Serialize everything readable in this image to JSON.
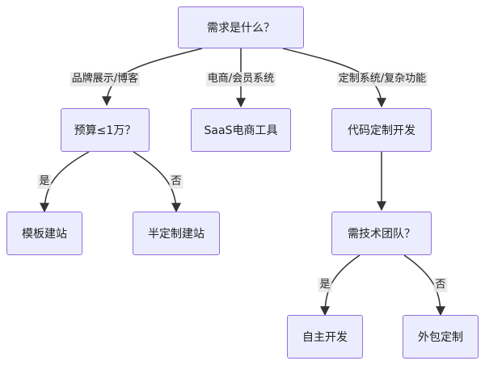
{
  "nodes": {
    "root": "需求是什么？",
    "budget": "预算≤1万？",
    "saas": "SaaS电商工具",
    "custom_dev": "代码定制开发",
    "template": "模板建站",
    "semi_custom": "半定制建站",
    "tech_team": "需技术团队？",
    "self_dev": "自主开发",
    "outsource": "外包定制"
  },
  "edges": {
    "root_to_budget": "品牌展示/博客",
    "root_to_saas": "电商/会员系统",
    "root_to_custom": "定制系统/复杂功能",
    "budget_yes": "是",
    "budget_no": "否",
    "team_yes": "是",
    "team_no": "否"
  },
  "colors": {
    "node_fill": "#ECECFF",
    "node_border": "#9370DB",
    "edge": "#333333",
    "label_bg": "#E8E8E8"
  }
}
